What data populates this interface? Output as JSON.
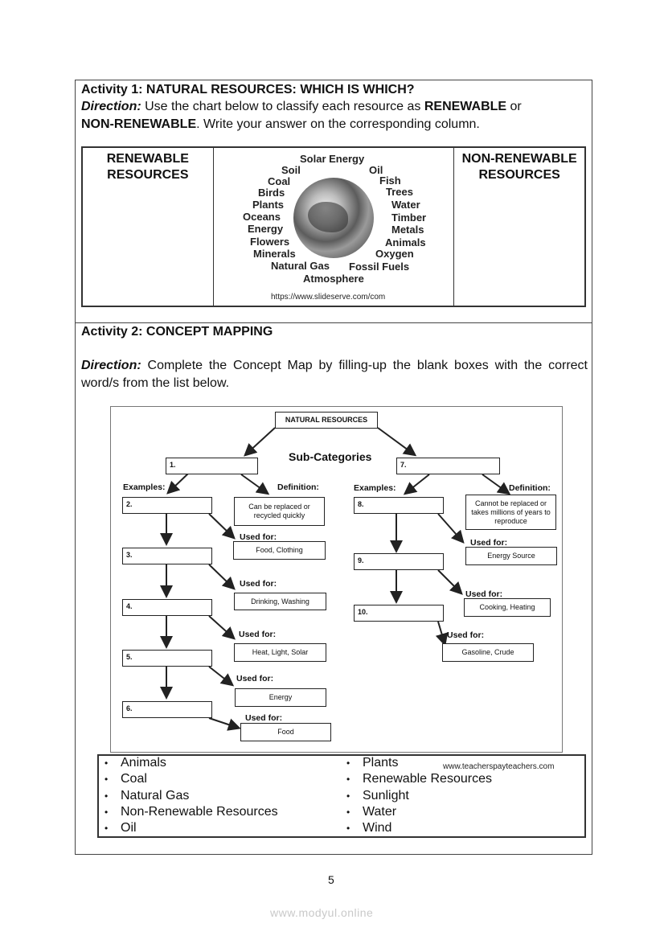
{
  "activity1": {
    "title": "Activity 1: NATURAL RESOURCES: WHICH IS WHICH?",
    "direction_label": "Direction:",
    "direction_text_1": " Use the chart below to classify each resource as ",
    "renewable_word": "RENEWABLE",
    "direction_text_2": " or",
    "nonrenewable_word": "NON-RENEWABLE",
    "direction_text_3": ".  Write your answer on the corresponding column.",
    "col_left_line1": "RENEWABLE",
    "col_left_line2": "RESOURCES",
    "col_right_line1": "NON-RENEWABLE",
    "col_right_line2": "RESOURCES",
    "words": [
      "Solar Energy",
      "Soil",
      "Oil",
      "Coal",
      "Fish",
      "Birds",
      "Trees",
      "Plants",
      "Water",
      "Oceans",
      "Timber",
      "Energy",
      "Metals",
      "Flowers",
      "Animals",
      "Minerals",
      "Oxygen",
      "Natural Gas",
      "Fossil Fuels",
      "Atmosphere"
    ],
    "source": "https://www.slideserve.com/com"
  },
  "activity2": {
    "title": "Activity 2: CONCEPT MAPPING",
    "direction_label": "Direction:",
    "direction_text": " Complete the Concept Map by filling-up the blank boxes with the correct word/s from the list below.",
    "map": {
      "root": "NATURAL RESOURCES",
      "subcategories": "Sub-Categories",
      "nums": [
        "1.",
        "2.",
        "3.",
        "4.",
        "5.",
        "6.",
        "7.",
        "8.",
        "9.",
        "10."
      ],
      "examples": "Examples:",
      "examples_right": "Examples:",
      "definition": "Definition:",
      "definition_right": "Definition:",
      "def_left": "Can be replaced or recycled quickly",
      "def_right": "Cannot be replaced or takes millions of years to reproduce",
      "used_for": "Used for:",
      "uses_left": [
        "Food, Clothing",
        "Drinking, Washing",
        "Heat, Light, Solar",
        "Energy",
        "Food"
      ],
      "uses_right": [
        "Energy Source",
        "Cooking, Heating",
        "Gasoline, Crude"
      ]
    },
    "word_bank_left": [
      "Animals",
      "Coal",
      "Natural Gas",
      "Non-Renewable Resources",
      "Oil"
    ],
    "word_bank_right": [
      "Plants",
      "Renewable Resources",
      "Sunlight",
      "Water",
      "Wind"
    ],
    "bullet": "•",
    "credit": "www.teacherspayteachers.com"
  },
  "page_number": "5",
  "watermark": "www.modyul.online"
}
